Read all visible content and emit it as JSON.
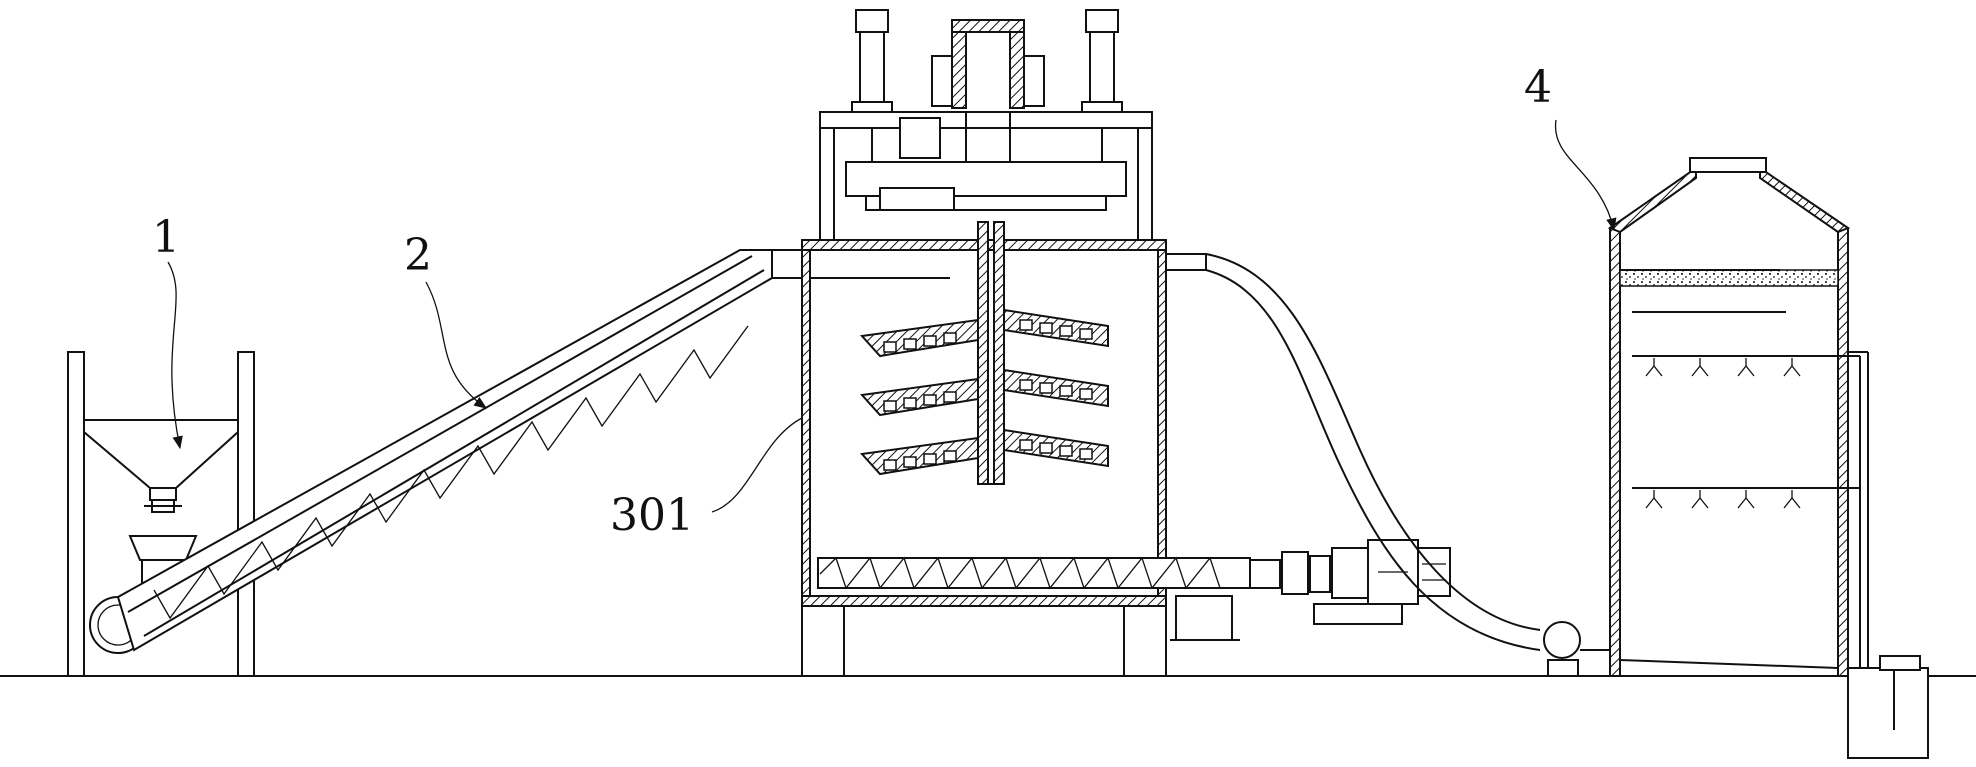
{
  "labels": {
    "hopper": "1",
    "conveyor": "2",
    "tank": "301",
    "tower": "4"
  }
}
